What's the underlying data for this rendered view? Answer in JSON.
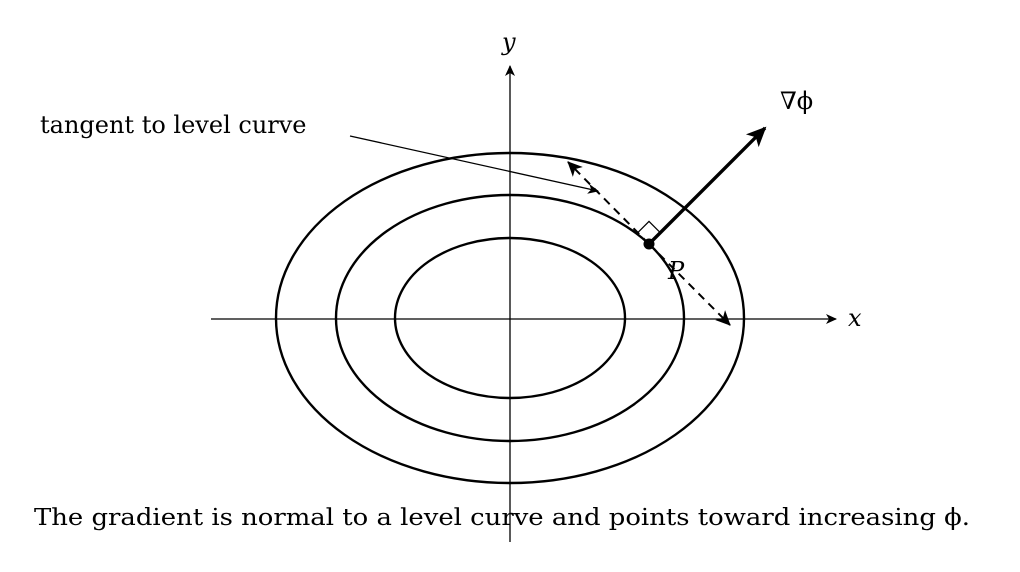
{
  "diagram": {
    "axes": {
      "x_label": "x",
      "y_label": "y"
    },
    "labels": {
      "gradient": "∇ϕ",
      "point": "P",
      "tangent_note": "tangent to level curve"
    },
    "caption": {
      "text": "The gradient is normal to a level curve and points toward increasing ϕ."
    },
    "level_curves": {
      "count": 3
    }
  }
}
